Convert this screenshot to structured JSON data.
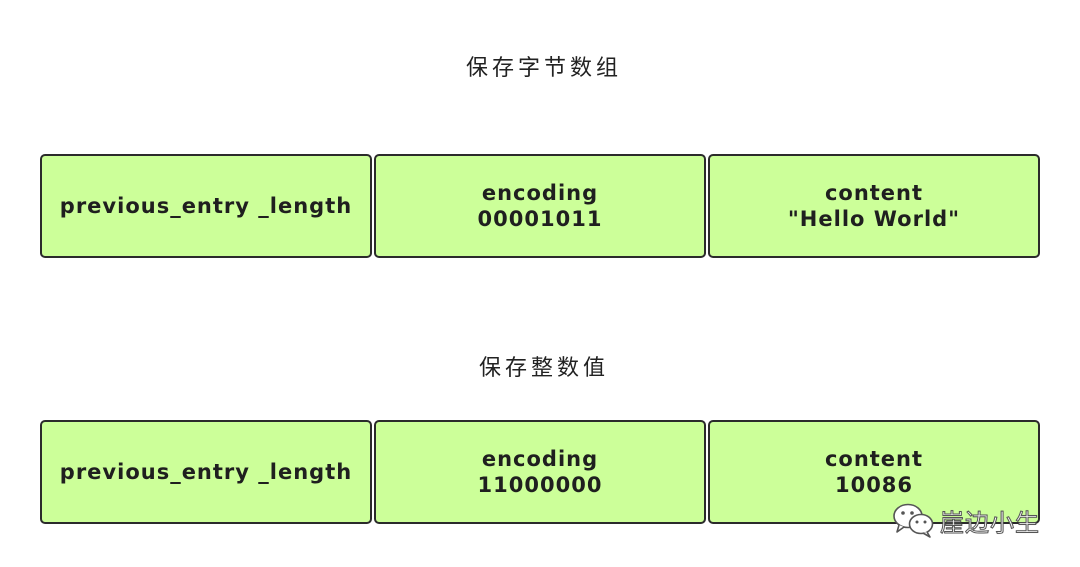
{
  "sections": [
    {
      "title": "保存字节数组",
      "cells": [
        {
          "lines": [
            "previous_entry _length"
          ]
        },
        {
          "lines": [
            "encoding",
            "00001011"
          ]
        },
        {
          "lines": [
            "content",
            "\"Hello World\""
          ]
        }
      ]
    },
    {
      "title": "保存整数值",
      "cells": [
        {
          "lines": [
            "previous_entry _length"
          ]
        },
        {
          "lines": [
            "encoding",
            "11000000"
          ]
        },
        {
          "lines": [
            "content",
            "10086"
          ]
        }
      ]
    }
  ],
  "watermark": {
    "text": "崖边小生",
    "icon": "wechat-icon"
  },
  "colors": {
    "cell_fill": "#ccff99",
    "cell_border": "#2b2b2b",
    "text": "#1f1f1f"
  }
}
